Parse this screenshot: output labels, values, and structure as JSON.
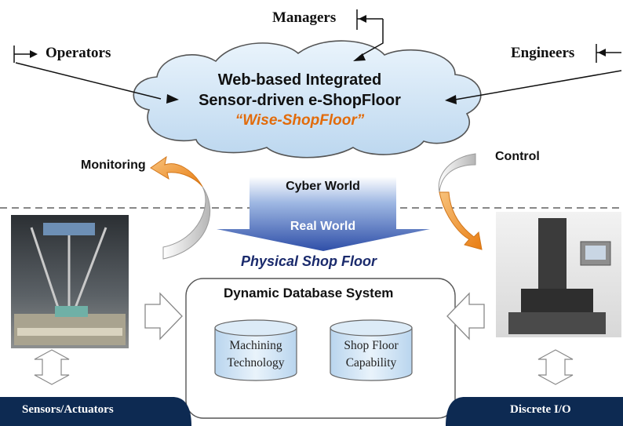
{
  "actors": {
    "managers": "Managers",
    "operators": "Operators",
    "engineers": "Engineers"
  },
  "cloud": {
    "line1": "Web-based Integrated",
    "line2": "Sensor-driven e-ShopFloor",
    "line3": "“Wise-ShopFloor”"
  },
  "flows": {
    "monitoring": "Monitoring",
    "control": "Control"
  },
  "worlds": {
    "cyber": "Cyber World",
    "real": "Real World"
  },
  "physical_shop_floor": "Physical Shop Floor",
  "database": {
    "title": "Dynamic Database System",
    "stores": [
      {
        "line1": "Machining",
        "line2": "Technology"
      },
      {
        "line1": "Shop Floor",
        "line2": "Capability"
      }
    ]
  },
  "bars": {
    "left": "Sensors/Actuators",
    "right": "Discrete I/O"
  },
  "images": {
    "left": "parallel-kinematic-robot-photo",
    "right": "cnc-milling-machine-photo"
  },
  "colors": {
    "cloud_fill": "#cfe3f5",
    "orange_arrow": "#f29a2e",
    "navy_bar": "#0d2a52",
    "world_arrow": "#5b7fc4"
  }
}
